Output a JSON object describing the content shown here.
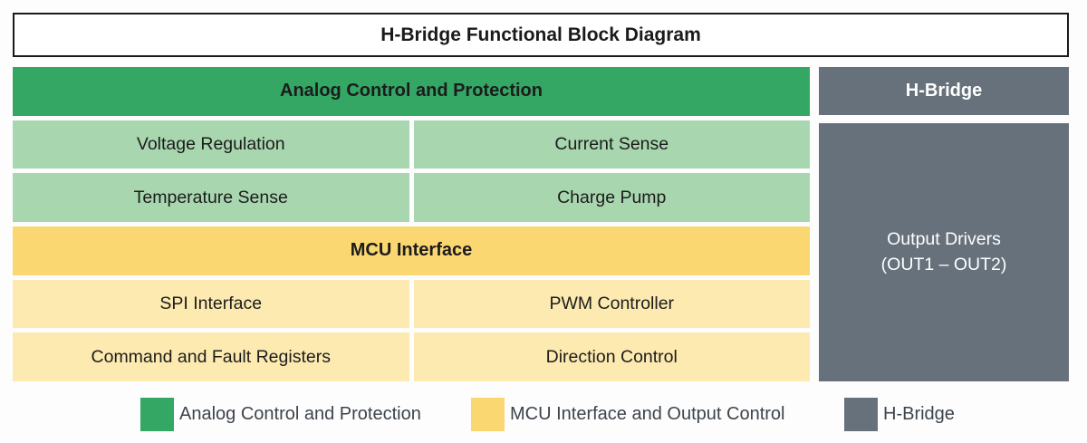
{
  "title": "H-Bridge Functional Block Diagram",
  "colors": {
    "green": "#34a765",
    "light_green": "#a8d6af",
    "yellow": "#fbd772",
    "light_yellow": "#fdeab0",
    "gray": "#67717c"
  },
  "analog": {
    "header": "Analog Control and Protection",
    "cells": [
      [
        "Voltage Regulation",
        "Current Sense"
      ],
      [
        "Temperature Sense",
        "Charge Pump"
      ]
    ]
  },
  "mcu": {
    "header": "MCU Interface",
    "cells": [
      [
        "SPI Interface",
        "PWM Controller"
      ],
      [
        "Command and Fault Registers",
        "Direction Control"
      ]
    ]
  },
  "hbridge": {
    "header": "H-Bridge",
    "output_line1": "Output Drivers",
    "output_line2": "(OUT1 – OUT2)"
  },
  "legend": {
    "items": [
      {
        "label": "Analog Control and Protection",
        "color": "#34a765"
      },
      {
        "label": "MCU Interface and Output Control",
        "color": "#fbd772"
      },
      {
        "label": "H-Bridge",
        "color": "#67717c"
      }
    ]
  }
}
